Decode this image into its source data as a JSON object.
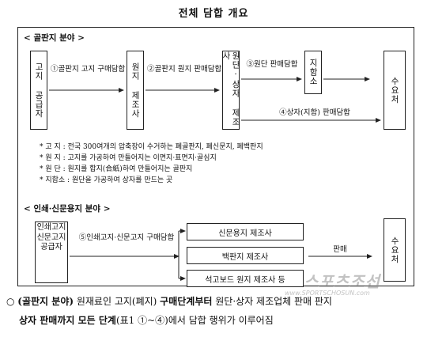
{
  "title": "전체 담합 개요",
  "section1": {
    "heading": "< 골판지 분야 >",
    "boxes": [
      "고지 공급자",
      "원지 제조사",
      "원단·상자 제조사",
      "지함소",
      "수요처"
    ],
    "arrows": [
      "①골판지 고지 구매담합",
      "②골판지 원지 판매담합",
      "③원단 판매담합",
      "④상자(지함) 판매담합"
    ],
    "notes": [
      "* 고  지 : 전국 300여개의 압축장이 수거하는 폐골판지, 폐신문지, 폐백판지",
      "* 원  지 : 고지를 가공하여 만들어지는 이면지·표면지·골심지",
      "* 원  단 : 원지를 합지(合紙)하여 만들어지는 골판지",
      "* 지함소 : 원단을 가공하여 상자를 만드는 곳"
    ]
  },
  "section2": {
    "heading": "< 인쇄·신문용지 분야 >",
    "supplier": "인쇄고지 신문고지 공급자",
    "arrow": "⑤인쇄고지·신문고지 구매담합",
    "makers": [
      "신문용지 제조사",
      "백판지 제조사",
      "석고보드 원지 제조사 등"
    ],
    "sale": "판매",
    "demand": "수요처"
  },
  "footer": {
    "line1_a": "○ ",
    "line1_b": "(골판지 분야)",
    "line1_c": " 원재료인 고지(폐지) ",
    "line1_d": "구매단계부터",
    "line1_e": " 원단·상자 제조업체 판매 판지",
    "line2_a": "상자 판매까지 모든 단계",
    "line2_b": "(표1 ①~④)에서 담합 행위가 이루어짐"
  },
  "watermark": {
    "brand": "스포츠조선",
    "url": "www.SPORTSCHOSUN.com"
  }
}
